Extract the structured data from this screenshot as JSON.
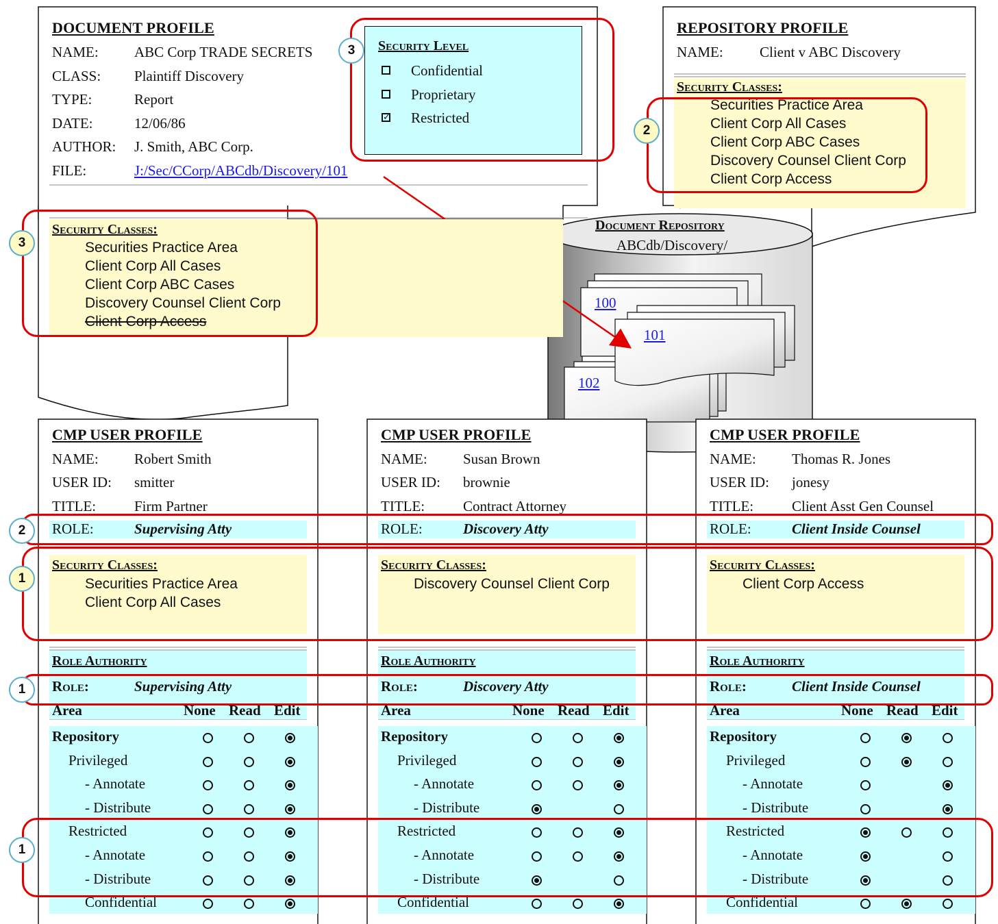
{
  "document_profile": {
    "title": "DOCUMENT PROFILE",
    "fields": [
      {
        "label": "NAME:",
        "value": "ABC Corp TRADE SECRETS"
      },
      {
        "label": "CLASS:",
        "value": "Plaintiff Discovery"
      },
      {
        "label": "TYPE:",
        "value": "Report"
      },
      {
        "label": "DATE:",
        "value": "12/06/86"
      },
      {
        "label": "AUTHOR:",
        "value": "J. Smith, ABC Corp."
      },
      {
        "label": "FILE:",
        "value": "J:/Sec/CCorp/ABCdb/Discovery/101"
      }
    ],
    "security_classes_title": "Security Classes:",
    "security_classes": [
      "Securities Practice Area",
      "Client Corp All Cases",
      "Client Corp ABC Cases",
      "Discovery Counsel Client Corp"
    ],
    "security_classes_struck": [
      "Client Corp Access"
    ]
  },
  "security_level": {
    "title": "Security Level",
    "options": [
      {
        "label": "Confidential",
        "checked": false
      },
      {
        "label": "Proprietary",
        "checked": false
      },
      {
        "label": "Restricted",
        "checked": true
      }
    ]
  },
  "repository_profile": {
    "title": "REPOSITORY PROFILE",
    "name_label": "NAME:",
    "name_value": "Client v ABC Discovery",
    "security_classes_title": "Security Classes:",
    "security_classes": [
      "Securities Practice Area",
      "Client Corp All Cases",
      "Client Corp ABC Cases",
      "Discovery Counsel Client Corp",
      "Client Corp Access"
    ]
  },
  "document_repository": {
    "title": "Document Repository",
    "path": "ABCdb/Discovery/",
    "docs": [
      "100",
      "101",
      "102"
    ]
  },
  "badges": [
    "3",
    "3",
    "2",
    "2",
    "1",
    "1",
    "1"
  ],
  "user_profiles": [
    {
      "title": "CMP USER PROFILE",
      "name_label": "NAME:",
      "name": "Robert Smith",
      "userid_label": "USER ID:",
      "userid": "smitter",
      "title_label": "TITLE:",
      "job_title": "Firm Partner",
      "role_label": "ROLE:",
      "role": "Supervising Atty",
      "security_classes_title": "Security Classes:",
      "security_classes": [
        "Securities Practice Area",
        "Client Corp All Cases"
      ],
      "role_authority_title": "Role Authority",
      "auth_role_label": "Role:",
      "auth_role": "Supervising Atty",
      "headers": {
        "area": "Area",
        "none": "None",
        "read": "Read",
        "edit": "Edit"
      },
      "rows": [
        {
          "label": "Repository",
          "bold": true,
          "indent": 0,
          "none": false,
          "read": false,
          "edit": true
        },
        {
          "label": "Privileged",
          "indent": 1,
          "none": false,
          "read": false,
          "edit": true
        },
        {
          "label": "- Annotate",
          "indent": 2,
          "none": false,
          "read": false,
          "edit": true
        },
        {
          "label": "- Distribute",
          "indent": 2,
          "none": false,
          "read": false,
          "edit": true
        },
        {
          "label": "Restricted",
          "indent": 1,
          "none": false,
          "read": false,
          "edit": true
        },
        {
          "label": "- Annotate",
          "indent": 2,
          "none": false,
          "read": false,
          "edit": true
        },
        {
          "label": "- Distribute",
          "indent": 2,
          "none": false,
          "read": false,
          "edit": true
        },
        {
          "label": "Confidential",
          "indent": 2,
          "none": false,
          "read": false,
          "edit": true
        }
      ]
    },
    {
      "title": "CMP USER PROFILE",
      "name_label": "NAME:",
      "name": "Susan Brown",
      "userid_label": "USER ID:",
      "userid": "brownie",
      "title_label": "TITLE:",
      "job_title": "Contract Attorney",
      "role_label": "ROLE:",
      "role": "Discovery Atty",
      "security_classes_title": "Security Classes:",
      "security_classes": [
        "Discovery Counsel Client Corp"
      ],
      "role_authority_title": "Role Authority",
      "auth_role_label": "Role:",
      "auth_role": "Discovery Atty",
      "headers": {
        "area": "Area",
        "none": "None",
        "read": "Read",
        "edit": "Edit"
      },
      "rows": [
        {
          "label": "Repository",
          "bold": true,
          "indent": 0,
          "none": false,
          "read": false,
          "edit": true
        },
        {
          "label": "Privileged",
          "indent": 1,
          "none": false,
          "read": false,
          "edit": true
        },
        {
          "label": "- Annotate",
          "indent": 2,
          "none": false,
          "read": false,
          "edit": true
        },
        {
          "label": "- Distribute",
          "indent": 2,
          "none": true,
          "read": null,
          "edit": false
        },
        {
          "label": "Restricted",
          "indent": 1,
          "none": false,
          "read": false,
          "edit": true
        },
        {
          "label": "- Annotate",
          "indent": 2,
          "none": false,
          "read": false,
          "edit": true
        },
        {
          "label": "- Distribute",
          "indent": 2,
          "none": true,
          "read": null,
          "edit": false
        },
        {
          "label": "Confidential",
          "indent": 1,
          "none": false,
          "read": false,
          "edit": true
        }
      ]
    },
    {
      "title": "CMP USER PROFILE",
      "name_label": "NAME:",
      "name": "Thomas R. Jones",
      "userid_label": "USER ID:",
      "userid": "jonesy",
      "title_label": "TITLE:",
      "job_title": "Client Asst Gen Counsel",
      "role_label": "ROLE:",
      "role": "Client Inside Counsel",
      "security_classes_title": "Security Classes:",
      "security_classes": [
        "Client Corp Access"
      ],
      "role_authority_title": "Role Authority",
      "auth_role_label": "Role:",
      "auth_role": "Client Inside Counsel",
      "headers": {
        "area": "Area",
        "none": "None",
        "read": "Read",
        "edit": "Edit"
      },
      "rows": [
        {
          "label": "Repository",
          "bold": true,
          "indent": 0,
          "none": false,
          "read": true,
          "edit": false
        },
        {
          "label": "Privileged",
          "indent": 1,
          "none": false,
          "read": true,
          "edit": false
        },
        {
          "label": "- Annotate",
          "indent": 2,
          "none": false,
          "read": null,
          "edit": true
        },
        {
          "label": "- Distribute",
          "indent": 2,
          "none": false,
          "read": null,
          "edit": true
        },
        {
          "label": "Restricted",
          "indent": 1,
          "none": true,
          "read": false,
          "edit": false
        },
        {
          "label": "- Annotate",
          "indent": 2,
          "none": true,
          "read": null,
          "edit": false
        },
        {
          "label": "- Distribute",
          "indent": 2,
          "none": true,
          "read": null,
          "edit": false
        },
        {
          "label": "Confidential",
          "indent": 1,
          "none": false,
          "read": true,
          "edit": false
        }
      ]
    }
  ],
  "colors": {
    "highlight_yellow": "#fffbcc",
    "highlight_cyan": "#ccffff",
    "annotation_red": "#e00000",
    "link_blue": "#1a1ae6"
  }
}
